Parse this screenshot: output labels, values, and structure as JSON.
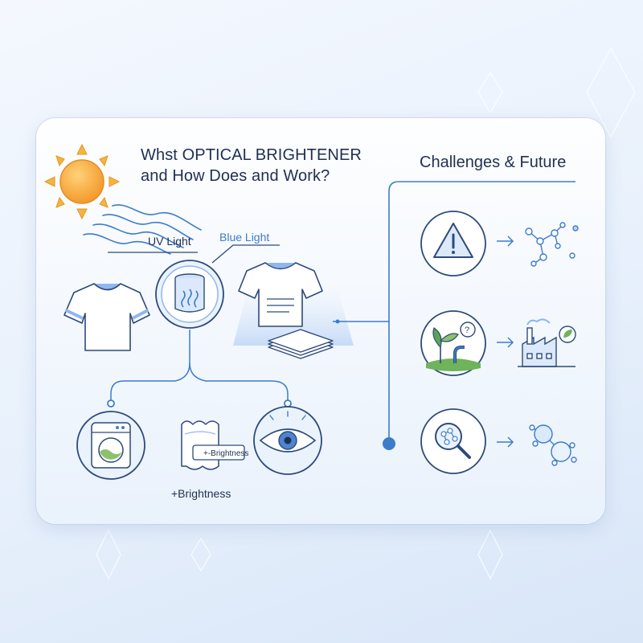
{
  "title": {
    "line1": "Whst OPTICAL BRIGHTENER",
    "line2": "and How Does and Work?"
  },
  "labels": {
    "uv_light": "UV Light",
    "blue_light": "Blue Light",
    "brightness_chip": "+-Brightness",
    "brightness": "+Brightness"
  },
  "challenges": {
    "title": "Challenges & Future"
  },
  "colors": {
    "accent_blue": "#3d7cc9",
    "outline": "#2d4a7a",
    "sun": "#f6a93b",
    "green": "#5aa651"
  },
  "icons": [
    "sun-icon",
    "t-shirt-icon",
    "beaker-icon",
    "bright-shirt-icon",
    "washing-machine-icon",
    "fabric-icon",
    "eye-icon",
    "warning-icon",
    "molecule-network-icon",
    "plant-pollution-icon",
    "factory-icon",
    "magnifier-molecule-icon",
    "molecule-icon"
  ]
}
